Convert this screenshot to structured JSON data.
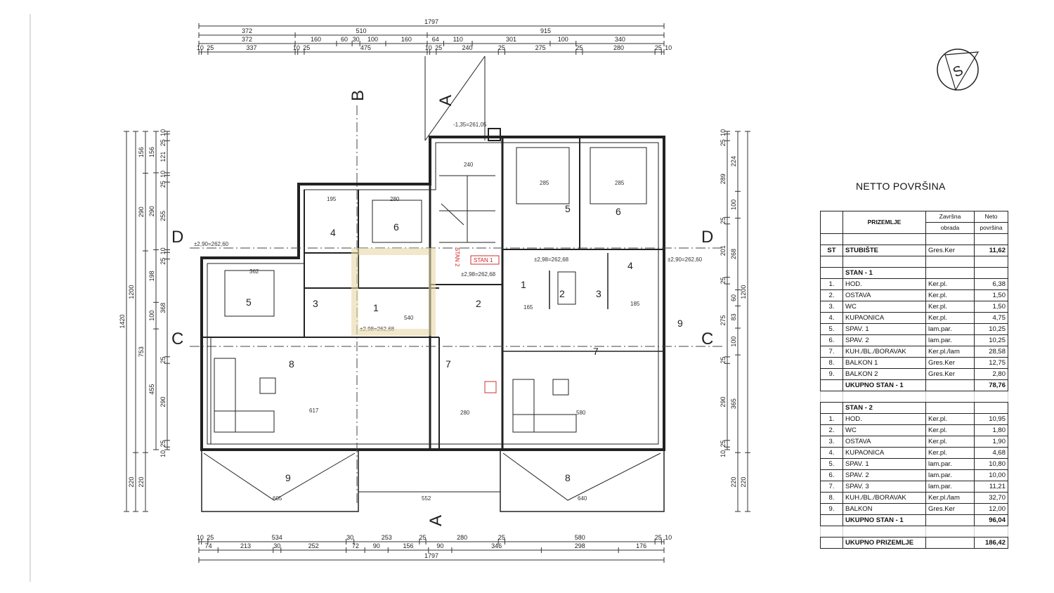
{
  "plan": {
    "dims_top": [
      [
        "1797"
      ],
      [
        "372",
        "510",
        "915"
      ],
      [
        "372",
        "160",
        "60",
        "30",
        "100",
        "160",
        "64",
        "110",
        "301",
        "100",
        "340"
      ],
      [
        "10",
        "25",
        "337",
        "10",
        "25",
        "475",
        "10",
        "25",
        "240",
        "25",
        "275",
        "25",
        "280",
        "25",
        "10"
      ]
    ],
    "dims_bottom": [
      [
        "10",
        "25",
        "534",
        "30",
        "253",
        "25",
        "280",
        "25",
        "580",
        "25",
        "10"
      ],
      [
        "74",
        "213",
        "30",
        "252",
        "72",
        "90",
        "156",
        "90",
        "346",
        "298",
        "176"
      ],
      [
        "1797"
      ]
    ],
    "dims_left": [
      [
        "1420"
      ],
      [
        "1200",
        "220"
      ],
      [
        "156",
        "290",
        "753",
        "220"
      ],
      [
        "156",
        "290",
        "198",
        "100",
        "455"
      ],
      [
        "10",
        "25",
        "121",
        "10",
        "25",
        "255",
        "10",
        "25",
        "368",
        "25",
        "290",
        "25",
        "10"
      ]
    ],
    "dims_right": [
      [
        "10",
        "25",
        "289",
        "25",
        "201",
        "25",
        "275",
        "25",
        "290",
        "25",
        "10"
      ],
      [
        "224",
        "100",
        "268",
        "60",
        "83",
        "100",
        "365",
        "220"
      ],
      [
        "1200",
        "220"
      ]
    ],
    "sections": {
      "a": "A",
      "b": "B",
      "c": "C",
      "d": "D"
    },
    "rooms": [
      "1",
      "2",
      "3",
      "4",
      "5",
      "6",
      "7",
      "8",
      "9"
    ],
    "stan1": "STAN 1",
    "stan2": "STAN 2",
    "levels": {
      "left": "±2,90=262,60",
      "right": "±2,90=262,60",
      "hall1": "±2,98=262,68",
      "hall2": "±2,98=262,68",
      "stair": "±2,98=262,68",
      "entry": "-1,35=261,05"
    },
    "inner_dims": {
      "a": "362",
      "b": "195",
      "c": "280",
      "d": "285",
      "e": "285",
      "f": "240",
      "g": "540",
      "h": "617",
      "i": "280",
      "j": "580",
      "k": "605",
      "l": "552",
      "m": "640",
      "q": "165",
      "r": "185"
    },
    "north": "S"
  },
  "table": {
    "title": "NETTO POVRŠINA",
    "headers": {
      "name": "PRIZEMLJE",
      "finish_1": "Završna",
      "finish_2": "obrada",
      "area_1": "Neto",
      "area_2": "površina"
    },
    "stair": {
      "code": "ST",
      "name": "STUBIŠTE",
      "finish": "Gres.Ker",
      "area": "11,62"
    },
    "stan1": {
      "title": "STAN - 1",
      "rows": [
        {
          "n": "1.",
          "name": "HOD.",
          "finish": "Ker.pl.",
          "area": "6,38"
        },
        {
          "n": "2.",
          "name": "OSTAVA",
          "finish": "Ker.pl.",
          "area": "1,50"
        },
        {
          "n": "3.",
          "name": "WC",
          "finish": "Ker.pl.",
          "area": "1,50"
        },
        {
          "n": "4.",
          "name": "KUPAONICA",
          "finish": "Ker.pl.",
          "area": "4,75"
        },
        {
          "n": "5.",
          "name": "SPAV. 1",
          "finish": "lam.par.",
          "area": "10,25"
        },
        {
          "n": "6.",
          "name": "SPAV. 2",
          "finish": "lam.par.",
          "area": "10,25"
        },
        {
          "n": "7.",
          "name": "KUH./BL./BORAVAK",
          "finish": "Ker.pl./lam",
          "area": "28,58"
        },
        {
          "n": "8.",
          "name": "BALKON 1",
          "finish": "Gres.Ker",
          "area": "12,75"
        },
        {
          "n": "9.",
          "name": "BALKON 2",
          "finish": "Gres.Ker",
          "area": "2,80"
        }
      ],
      "total_label": "UKUPNO STAN - 1",
      "total": "78,76"
    },
    "stan2": {
      "title": "STAN - 2",
      "rows": [
        {
          "n": "1.",
          "name": "HOD.",
          "finish": "Ker.pl.",
          "area": "10,95"
        },
        {
          "n": "2.",
          "name": "WC",
          "finish": "Ker.pl.",
          "area": "1,80"
        },
        {
          "n": "3.",
          "name": "OSTAVA",
          "finish": "Ker.pl.",
          "area": "1,90"
        },
        {
          "n": "4.",
          "name": "KUPAONICA",
          "finish": "Ker.pl.",
          "area": "4,68"
        },
        {
          "n": "5.",
          "name": "SPAV. 1",
          "finish": "lam.par.",
          "area": "10,80"
        },
        {
          "n": "6.",
          "name": "SPAV. 2",
          "finish": "lam.par.",
          "area": "10,00"
        },
        {
          "n": "7.",
          "name": "SPAV. 3",
          "finish": "lam.par.",
          "area": "11,21"
        },
        {
          "n": "8.",
          "name": "KUH./BL./BORAVAK",
          "finish": "Ker.pl./lam",
          "area": "32,70"
        },
        {
          "n": "9.",
          "name": "BALKON",
          "finish": "Gres.Ker",
          "area": "12,00"
        }
      ],
      "total_label": "UKUPNO STAN - 1",
      "total": "96,04"
    },
    "grand_total_label": "UKUPNO PRIZEMLJE",
    "grand_total": "186,42"
  }
}
